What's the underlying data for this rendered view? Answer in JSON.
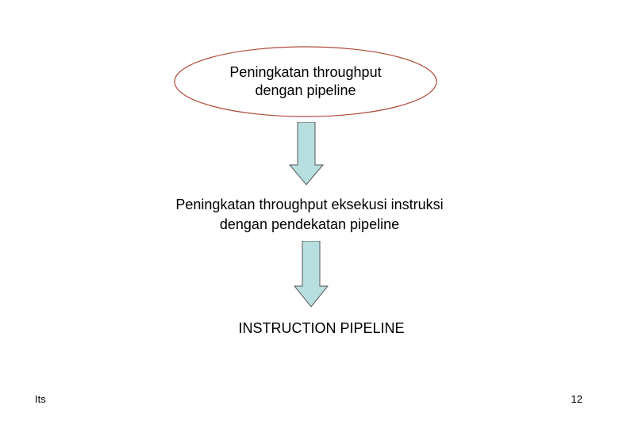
{
  "diagram": {
    "nodes": [
      {
        "id": "n1",
        "shape": "ellipse",
        "lines": [
          "Peningkatan throughput",
          "dengan pipeline"
        ]
      },
      {
        "id": "n2",
        "shape": "text",
        "lines": [
          "Peningkatan throughput eksekusi instruksi",
          "dengan pendekatan pipeline"
        ]
      },
      {
        "id": "n3",
        "shape": "text",
        "text": "INSTRUCTION PIPELINE"
      }
    ],
    "edges": [
      {
        "from": "n1",
        "to": "n2"
      },
      {
        "from": "n2",
        "to": "n3"
      }
    ]
  },
  "footer": {
    "left": "Its",
    "right": "12"
  },
  "colors": {
    "ellipse_stroke": "#b04a3a",
    "ellipse_fill": "#ffffff",
    "arrow_fill": "#b8dfe0",
    "arrow_stroke": "#555555",
    "text": "#000000"
  }
}
